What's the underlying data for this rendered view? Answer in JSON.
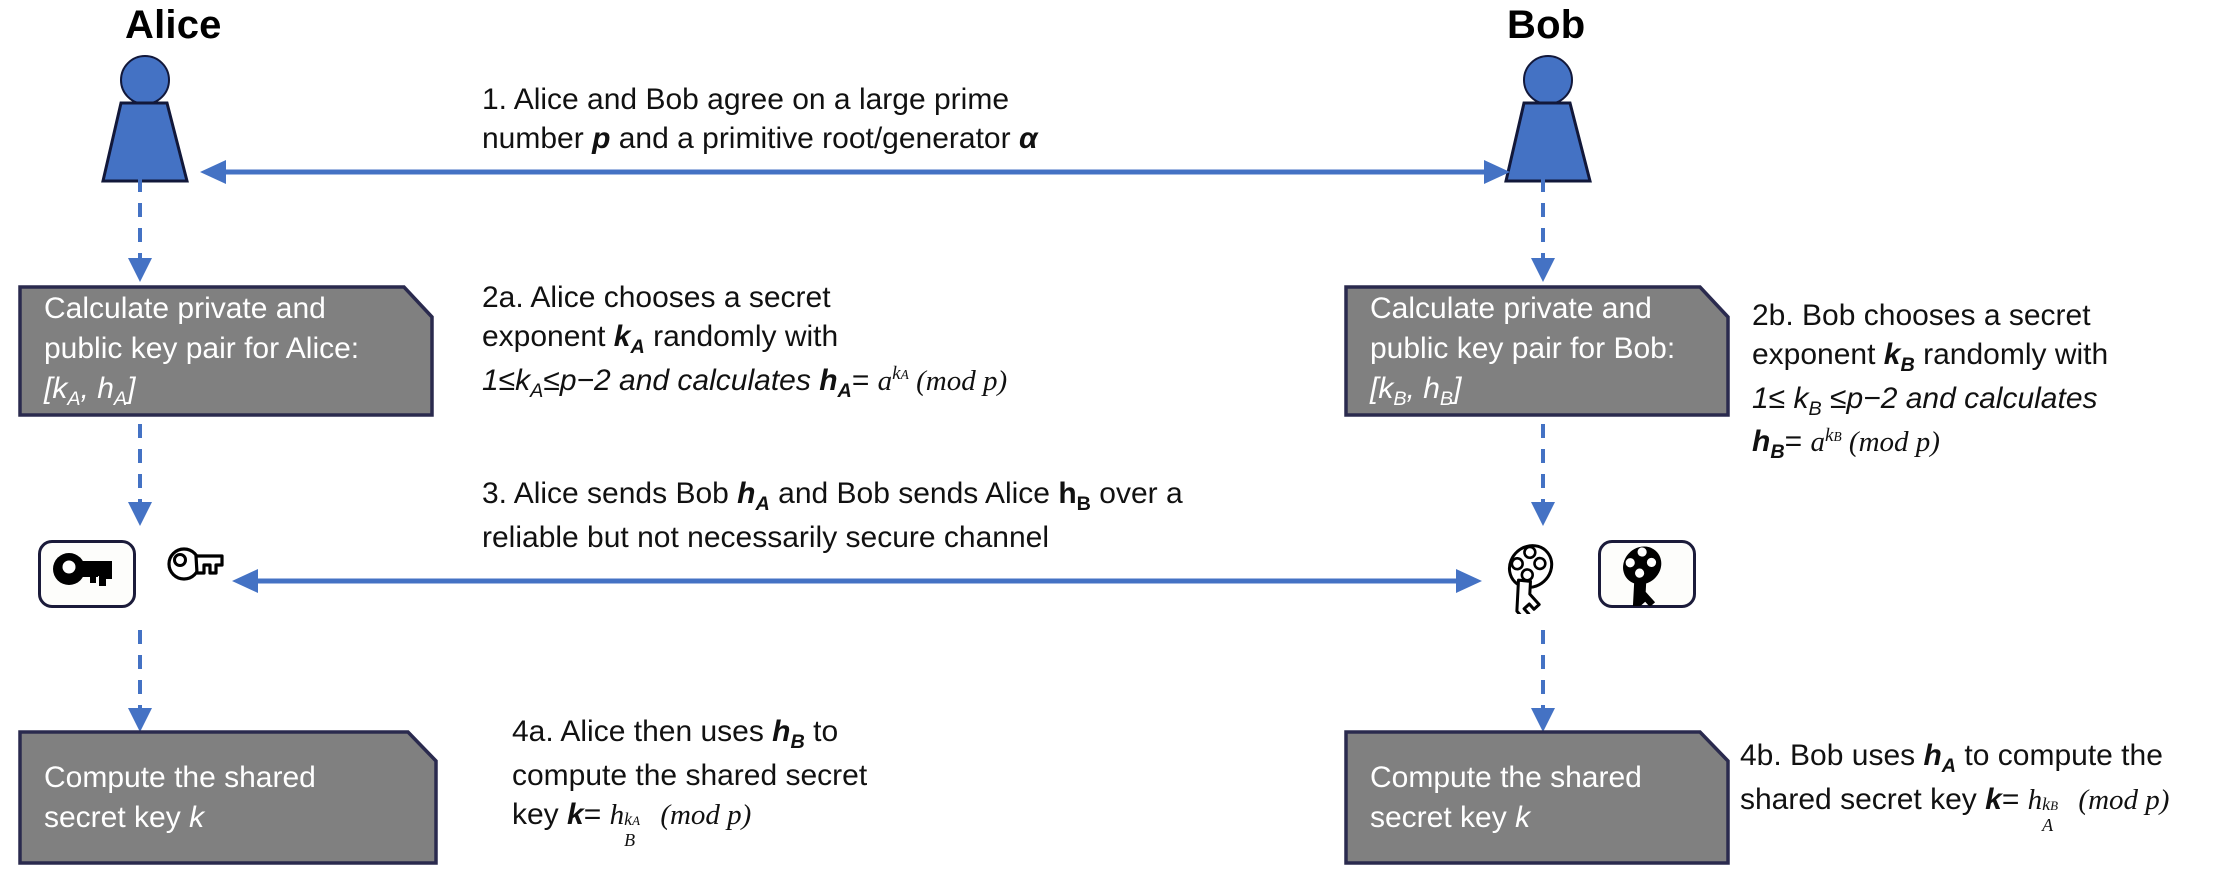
{
  "diagram": {
    "title_alice": "Alice",
    "title_bob": "Bob",
    "accent_blue": "#4472C4",
    "box_fill": "#808080",
    "box_border": "#2a2a4e",
    "text_color": "#111111",
    "box_text_color": "#ffffff",
    "background": "#ffffff"
  },
  "steps": {
    "step1": {
      "line1": "1. Alice and Bob agree on a large prime",
      "line2_a": "number ",
      "line2_p": "p",
      "line2_b": " and a primitive root/generator ",
      "line2_alpha": "α"
    },
    "step2a": {
      "line1": "2a. Alice chooses a secret",
      "line2_a": "exponent ",
      "line2_k": "k",
      "line2_ksub": "A",
      "line2_b": " randomly with",
      "line3_a": "1≤k",
      "line3_sub1": "A",
      "line3_b": "≤p−2 and calculates ",
      "line3_h": "h",
      "line3_hsub": "A",
      "line3_eq": "= ",
      "line3_math_base": "a",
      "line3_math_exp": "k",
      "line3_math_expsub": "A",
      "line3_math_mod": "(mod p)"
    },
    "step2b": {
      "line1": "2b. Bob chooses a secret",
      "line2_a": "exponent  ",
      "line2_k": "k",
      "line2_ksub": "B",
      "line2_b": " randomly with",
      "line3_a": "1≤ k",
      "line3_sub1": "B",
      "line3_b": " ≤p−2 and calculates",
      "line4_h": "h",
      "line4_hsub": "B",
      "line4_eq": "= ",
      "line4_math_base": "a",
      "line4_math_exp": "k",
      "line4_math_expsub": "B",
      "line4_math_mod": "(mod p)"
    },
    "step3": {
      "line1_a": "3. Alice sends Bob  ",
      "line1_hA": "h",
      "line1_hAsub": "A",
      "line1_b": " and Bob sends Alice ",
      "line1_hB": "h",
      "line1_hBsub": "B",
      "line1_c": " over a",
      "line2": "reliable but not necessarily secure channel"
    },
    "step4a": {
      "line1_a": "4a. Alice then uses ",
      "line1_h": "h",
      "line1_hsub": "B",
      "line1_b": " to",
      "line2": "compute the shared secret",
      "line3_a": "key ",
      "line3_k": "k",
      "line3_eq": "= ",
      "line3_math_base": "h",
      "line3_math_sup": "k",
      "line3_math_supsub": "A",
      "line3_math_sub": "B",
      "line3_math_mod": "(mod p)"
    },
    "step4b": {
      "line1_a": "4b. Bob uses ",
      "line1_h": "h",
      "line1_hsub": "A",
      "line1_b": " to compute the",
      "line2_a": "shared secret key ",
      "line2_k": "k",
      "line2_eq": "= ",
      "line2_math_base": "h",
      "line2_math_sup": "k",
      "line2_math_supsub": "B",
      "line2_math_sub": "A",
      "line2_math_mod": "(mod p)"
    }
  },
  "boxes": {
    "alice_keypair": {
      "line1": "Calculate private and",
      "line2": "public key pair for Alice:",
      "line3": "[k",
      "line3_sub1": "A",
      "line3_mid": ", h",
      "line3_sub2": "A",
      "line3_end": "]"
    },
    "bob_keypair": {
      "line1": "Calculate private and",
      "line2": "public key pair for Bob:",
      "line3": "[k",
      "line3_sub1": "B",
      "line3_mid": ", h",
      "line3_sub2": "B",
      "line3_end": "]"
    },
    "alice_shared": {
      "line1": "Compute the shared",
      "line2_a": "secret key ",
      "line2_k": "k"
    },
    "bob_shared": {
      "line1": "Compute the shared",
      "line2_a": "secret key ",
      "line2_k": "k"
    }
  },
  "icons": {
    "alice_private_key": "key-filled-icon",
    "alice_public_key": "key-outline-icon",
    "bob_public_key": "skeleton-key-outline-icon",
    "bob_private_key": "skeleton-key-filled-icon",
    "arrow_step1": "double-headed-arrow",
    "arrow_step3": "double-headed-arrow",
    "connector": "dashed-down-arrow"
  }
}
